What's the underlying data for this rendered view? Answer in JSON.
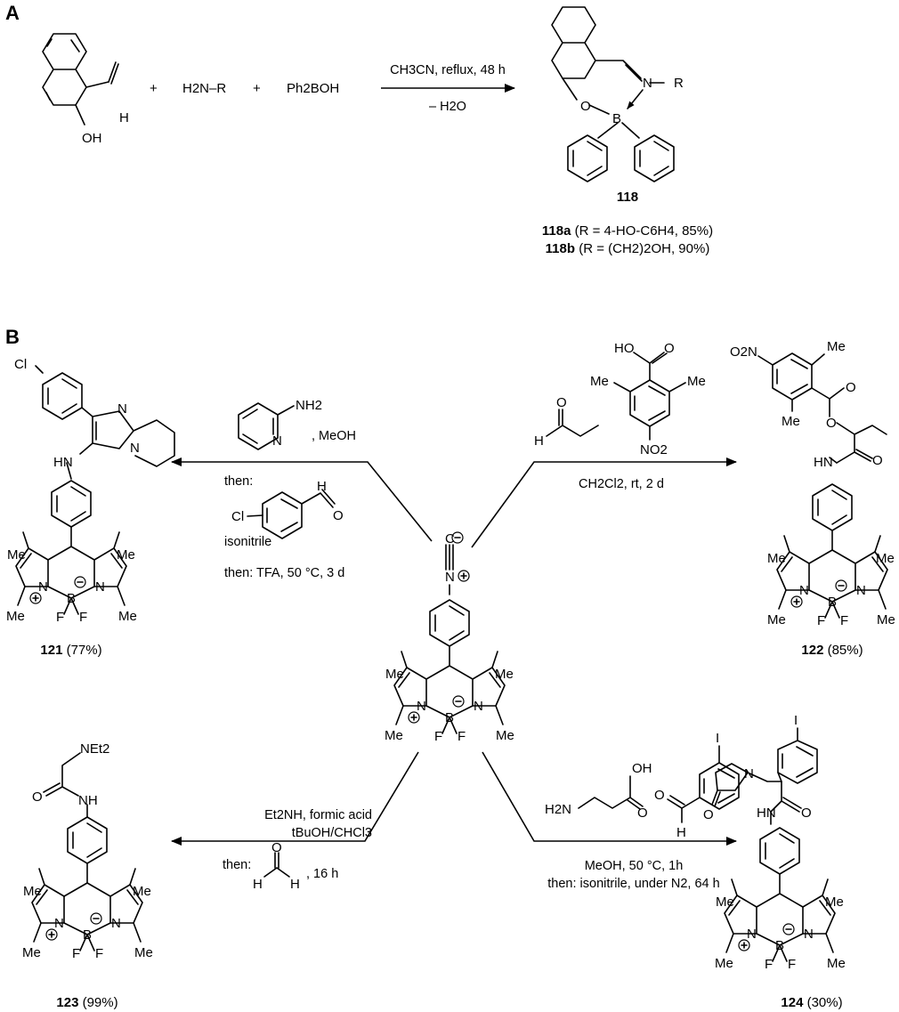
{
  "panels": {
    "a": "A",
    "b": "B"
  },
  "scheme_a": {
    "plus": "+",
    "reagent_amine": "H2N–R",
    "reagent_borinic": "Ph2BOH",
    "cond_top": "CH3CN, reflux, 48 h",
    "cond_bottom": "– H2O",
    "atoms": {
      "oh": "OH",
      "h": "H",
      "o": "O",
      "b": "B",
      "n": "N",
      "r": "R"
    },
    "product_id": "118",
    "product_a_id": "118a",
    "product_a_text": "(R = 4-HO-C6H4, 85%)",
    "product_b_id": "118b",
    "product_b_text": "(R = (CH2)2OH, 90%)"
  },
  "scheme_b": {
    "center_label": "isonitrile",
    "topleft": {
      "reagent1_suffix": ", MeOH",
      "then1": "then:",
      "then2": "then: TFA, 50 °C, 3 d",
      "cl": "Cl",
      "compound_id": "121",
      "compound_yield": "(77%)"
    },
    "topright": {
      "cond": "CH2Cl2, rt, 2 d",
      "compound_id": "122",
      "compound_yield": "(85%)"
    },
    "bottomleft": {
      "cond1": "Et2NH, formic acid",
      "cond2": "tBuOH/CHCl3",
      "then": "then:",
      "time": ", 16 h",
      "compound_id": "123",
      "compound_yield": "(99%)"
    },
    "bottomright": {
      "cond1": "MeOH, 50 °C, 1h",
      "cond2": "then: isonitrile, under N2, 64 h",
      "compound_id": "124",
      "compound_yield": "(30%)"
    },
    "atoms": {
      "me": "Me",
      "n": "N",
      "b": "B",
      "f": "F",
      "hn": "HN",
      "o": "O",
      "h": "H",
      "nh2": "NH2",
      "no2": "NO2",
      "o2n": "O2N",
      "ho": "HO",
      "oh": "OH",
      "net2": "NEt2",
      "nh": "NH",
      "i": "I",
      "h2n": "H2N",
      "c": "C",
      "cl": "Cl",
      "minus": "−",
      "plus_charge": "+"
    }
  }
}
